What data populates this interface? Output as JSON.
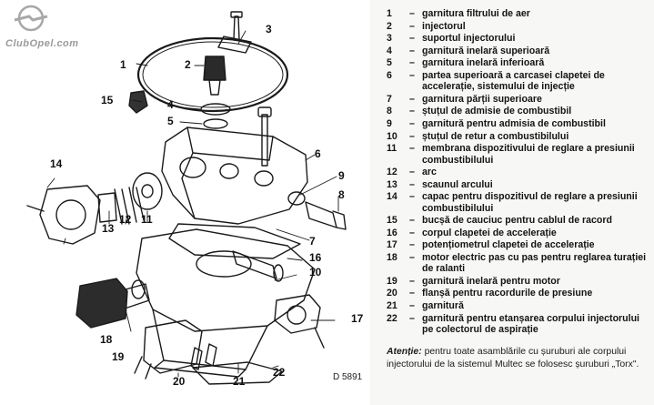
{
  "watermark": "ClubOpel.com",
  "diagram_code": "D 5891",
  "callouts": [
    "1",
    "2",
    "3",
    "4",
    "5",
    "6",
    "7",
    "8",
    "9",
    "10",
    "11",
    "12",
    "13",
    "14",
    "15",
    "16",
    "17",
    "18",
    "19",
    "20",
    "21",
    "22"
  ],
  "legend": [
    {
      "num": "1",
      "text": "garnitura filtrului de aer"
    },
    {
      "num": "2",
      "text": "injectorul"
    },
    {
      "num": "3",
      "text": "suportul injectorului"
    },
    {
      "num": "4",
      "text": "garnitură inelară superioară"
    },
    {
      "num": "5",
      "text": "garnitura inelară inferioară"
    },
    {
      "num": "6",
      "text": "partea superioară a carcasei clapetei de accelerație, sistemului de injecție"
    },
    {
      "num": "7",
      "text": "garnitura părții superioare"
    },
    {
      "num": "8",
      "text": "ștuțul de admisie de combustibil"
    },
    {
      "num": "9",
      "text": "garnitură pentru admisia de combustibil"
    },
    {
      "num": "10",
      "text": "ștuțul de retur a combustibilului"
    },
    {
      "num": "11",
      "text": "membrana dispozitivului de reglare a presiunii combustibilului"
    },
    {
      "num": "12",
      "text": "arc"
    },
    {
      "num": "13",
      "text": "scaunul arcului"
    },
    {
      "num": "14",
      "text": "capac pentru dispozitivul de reglare a presiunii combustibilului"
    },
    {
      "num": "15",
      "text": "bucșă de cauciuc pentru cablul de racord"
    },
    {
      "num": "16",
      "text": "corpul clapetei de accelerație"
    },
    {
      "num": "17",
      "text": "potențiometrul clapetei de accelerație"
    },
    {
      "num": "18",
      "text": "motor electric pas cu pas pentru reglarea turației de ralanti"
    },
    {
      "num": "19",
      "text": "garnitură inelară pentru motor"
    },
    {
      "num": "20",
      "text": "flanșă pentru racordurile de presiune"
    },
    {
      "num": "21",
      "text": "garnitură"
    },
    {
      "num": "22",
      "text": "garnitură pentru etanșarea corpului injectorului pe colectorul de aspirație"
    }
  ],
  "note": {
    "label": "Atenție:",
    "text": "pentru toate asamblările cu șuruburi ale corpului injectorului de la sistemul Multec se folosesc șuruburi „Torx\"."
  }
}
